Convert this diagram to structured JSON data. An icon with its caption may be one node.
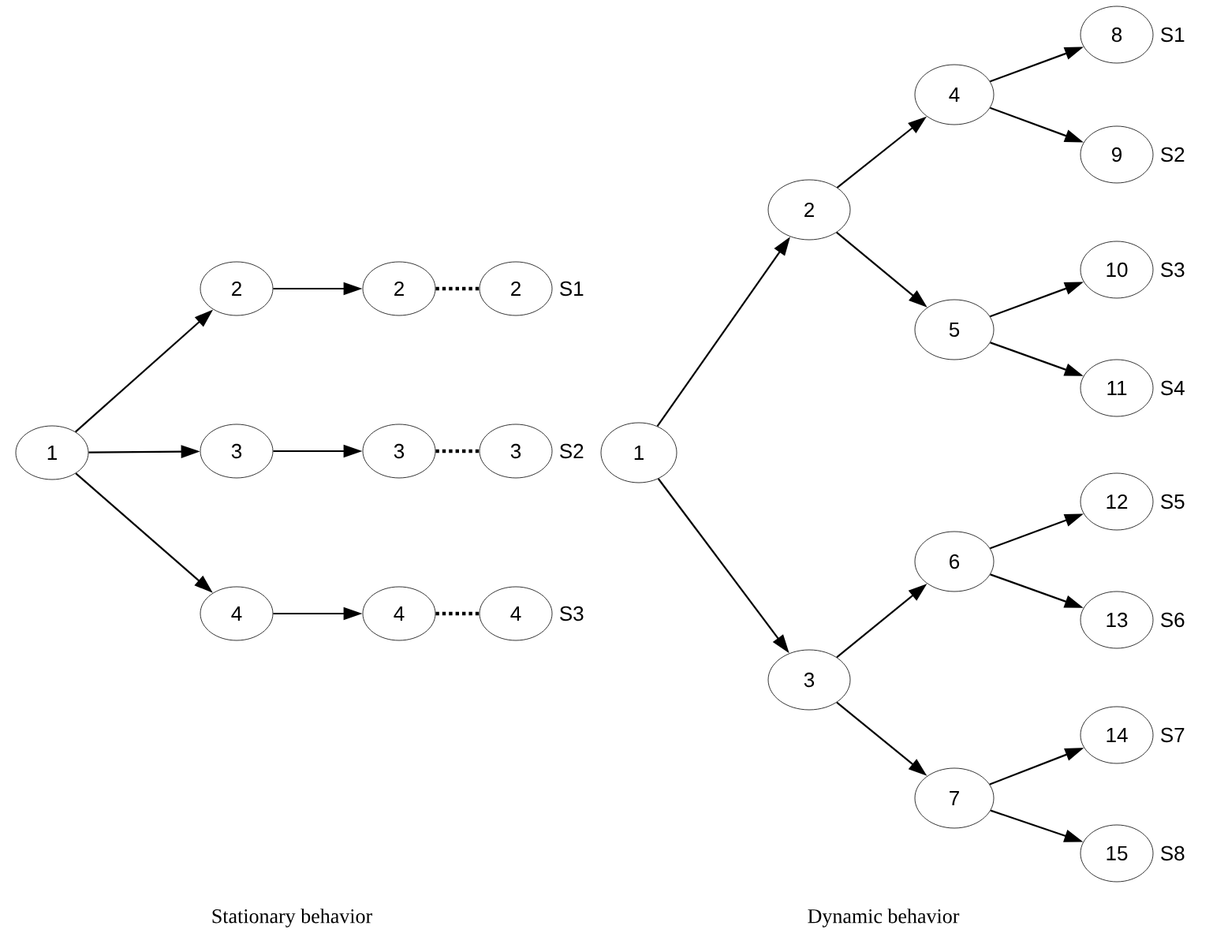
{
  "diagram": {
    "nodes": [
      {
        "text": [
          "1"
        ]
      },
      {
        "text": [
          "2"
        ]
      },
      {
        "text": [
          "2"
        ]
      },
      {
        "text": [
          "2"
        ],
        "beside": [
          "S1"
        ]
      },
      {
        "text": [
          "3"
        ]
      },
      {
        "text": [
          "3"
        ]
      },
      {
        "text": [
          "3"
        ],
        "beside": [
          "S2"
        ]
      },
      {
        "text": [
          "4"
        ]
      },
      {
        "text": [
          "4"
        ]
      },
      {
        "text": [
          "4"
        ],
        "beside": [
          "S3"
        ]
      },
      {
        "text": [
          "1"
        ]
      },
      {
        "text": [
          "2"
        ]
      },
      {
        "text": [
          "3"
        ]
      },
      {
        "text": [
          "4"
        ]
      },
      {
        "text": [
          "5"
        ]
      },
      {
        "text": [
          "6"
        ]
      },
      {
        "text": [
          "7"
        ]
      },
      {
        "text": [
          "8"
        ],
        "beside": [
          "S1"
        ]
      },
      {
        "text": [
          "9"
        ],
        "beside": [
          "S2"
        ]
      },
      {
        "text": [
          "10"
        ],
        "beside": [
          "S3"
        ]
      },
      {
        "text": [
          "11"
        ],
        "beside": [
          "S4"
        ]
      },
      {
        "text": [
          "12"
        ],
        "beside": [
          "S5"
        ]
      },
      {
        "text": [
          "13"
        ],
        "beside": [
          "S6"
        ]
      },
      {
        "text": [
          "14"
        ],
        "beside": [
          "S7"
        ]
      },
      {
        "text": [
          "15"
        ],
        "beside": [
          "S8"
        ]
      }
    ],
    "edges": [
      {
        "from": 0,
        "to": 1,
        "arrow": "to"
      },
      {
        "from": 0,
        "to": 4,
        "arrow": "to"
      },
      {
        "from": 0,
        "to": 7,
        "arrow": "to"
      },
      {
        "from": 1,
        "to": 2,
        "arrow": "to"
      },
      {
        "from": 2,
        "to": 3,
        "arrow": "none",
        "style": "dashed"
      },
      {
        "from": 4,
        "to": 5,
        "arrow": "to"
      },
      {
        "from": 5,
        "to": 6,
        "arrow": "none",
        "style": "dashed"
      },
      {
        "from": 7,
        "to": 8,
        "arrow": "to"
      },
      {
        "from": 8,
        "to": 9,
        "arrow": "none",
        "style": "dashed"
      },
      {
        "from": 10,
        "to": 11,
        "arrow": "to"
      },
      {
        "from": 10,
        "to": 12,
        "arrow": "to"
      },
      {
        "from": 11,
        "to": 13,
        "arrow": "to"
      },
      {
        "from": 11,
        "to": 14,
        "arrow": "to"
      },
      {
        "from": 12,
        "to": 15,
        "arrow": "to"
      },
      {
        "from": 12,
        "to": 16,
        "arrow": "to"
      },
      {
        "from": 13,
        "to": 17,
        "arrow": "to"
      },
      {
        "from": 13,
        "to": 18,
        "arrow": "to"
      },
      {
        "from": 14,
        "to": 19,
        "arrow": "to"
      },
      {
        "from": 14,
        "to": 20,
        "arrow": "to"
      },
      {
        "from": 15,
        "to": 21,
        "arrow": "to"
      },
      {
        "from": 15,
        "to": 22,
        "arrow": "to"
      },
      {
        "from": 16,
        "to": 23,
        "arrow": "to"
      },
      {
        "from": 16,
        "to": 24,
        "arrow": "to"
      }
    ],
    "labels": [
      "Stationary behavior",
      "Dynamic behavior"
    ]
  }
}
